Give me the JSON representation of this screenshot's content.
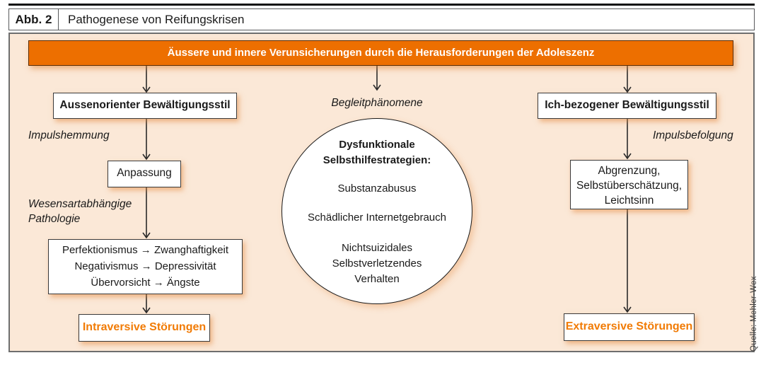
{
  "header": {
    "figure_label": "Abb. 2",
    "title": "Pathogenese von Reifungskrisen"
  },
  "banner": {
    "text": "Äussere und innere Verunsicherungen durch die Herausforderungen der Adoleszenz"
  },
  "left_column": {
    "style_box": "Aussenorienter Bewältigungsstil",
    "arrow_label_top": "Impulshemmung",
    "adaptation_box": "Anpassung",
    "pathology_label_lines": [
      "Wesensartabhängige",
      "Pathologie"
    ],
    "pathology_lines": [
      "Perfektionismus → Zwanghaftigkeit",
      "Negativismus → Depressivität",
      "Übervorsicht → Ängste"
    ],
    "outcome": "Intraversive Störungen"
  },
  "middle_column": {
    "label": "Begleitphänomene",
    "circle_title_lines": [
      "Dysfunktionale",
      "Selbsthilfestrategien:"
    ],
    "item1": "Substanzabusus",
    "item2": "Schädlicher Internetgebrauch",
    "item3_lines": [
      "Nichtsuizidales",
      "Selbstverletzendes",
      "Verhalten"
    ]
  },
  "right_column": {
    "style_box": "Ich-bezogener Bewältigungsstil",
    "arrow_label_top": "Impulsbefolgung",
    "behavior_lines": [
      "Abgrenzung,",
      "Selbstüberschätzung,",
      "Leichtsinn"
    ],
    "outcome": "Extraversive Störungen"
  },
  "source_credit": "Quelle: Mehler-Wex",
  "colors": {
    "accent_orange": "#ed6f00",
    "outcome_text_orange": "#f17b05",
    "canvas_peach": "#fbe8d7"
  }
}
